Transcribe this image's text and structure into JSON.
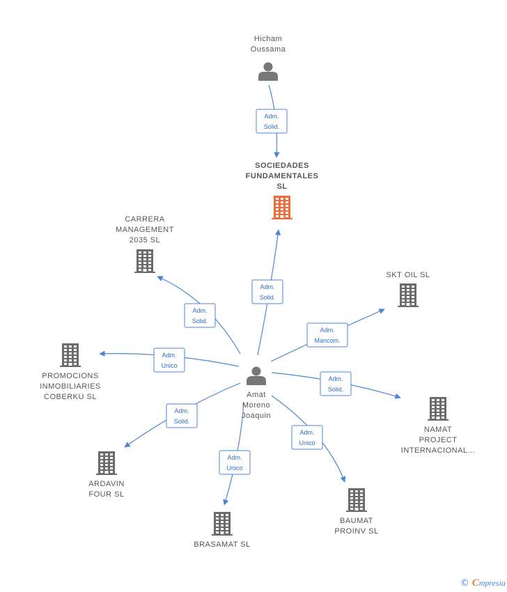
{
  "colors": {
    "edge": "#4a86d8",
    "person": "#777777",
    "company": "#6b6b6b",
    "main_company": "#f26b35"
  },
  "nodes": [
    {
      "id": "hicham",
      "type": "person",
      "icon": "person-icon",
      "label": [
        "Hicham",
        "Oussama"
      ]
    },
    {
      "id": "sociedades",
      "type": "company-main",
      "icon": "building-icon",
      "label": [
        "SOCIEDADES",
        "FUNDAMENTALES",
        "SL"
      ]
    },
    {
      "id": "carrera",
      "type": "company",
      "icon": "building-icon",
      "label": [
        "CARRERA",
        "MANAGEMENT",
        "2035  SL"
      ]
    },
    {
      "id": "skt",
      "type": "company",
      "icon": "building-icon",
      "label": [
        "SKT OIL  SL"
      ]
    },
    {
      "id": "promocions",
      "type": "company",
      "icon": "building-icon",
      "label": [
        "PROMOCIONS",
        "INMOBILIARIES",
        "COBERKU SL"
      ]
    },
    {
      "id": "amat",
      "type": "person",
      "icon": "person-icon",
      "label": [
        "Amat",
        "Moreno",
        "Joaquin"
      ]
    },
    {
      "id": "namat",
      "type": "company",
      "icon": "building-icon",
      "label": [
        "NAMAT",
        "PROJECT",
        "INTERNACIONAL..."
      ]
    },
    {
      "id": "ardavin",
      "type": "company",
      "icon": "building-icon",
      "label": [
        "ARDAVIN",
        "FOUR  SL"
      ]
    },
    {
      "id": "baumat",
      "type": "company",
      "icon": "building-icon",
      "label": [
        "BAUMAT",
        "PROINV SL"
      ]
    },
    {
      "id": "brasamat",
      "type": "company",
      "icon": "building-icon",
      "label": [
        "BRASAMAT SL"
      ]
    }
  ],
  "edges": [
    {
      "from": "hicham",
      "to": "sociedades",
      "label": [
        "Adm.",
        "Solid."
      ]
    },
    {
      "from": "amat",
      "to": "sociedades",
      "label": [
        "Adm.",
        "Solid."
      ]
    },
    {
      "from": "amat",
      "to": "carrera",
      "label": [
        "Adm.",
        "Solid."
      ]
    },
    {
      "from": "amat",
      "to": "skt",
      "label": [
        "Adm.",
        "Mancom."
      ]
    },
    {
      "from": "amat",
      "to": "promocions",
      "label": [
        "Adm.",
        "Unico"
      ]
    },
    {
      "from": "amat",
      "to": "namat",
      "label": [
        "Adm.",
        "Solid."
      ]
    },
    {
      "from": "amat",
      "to": "ardavin",
      "label": [
        "Adm.",
        "Solid."
      ]
    },
    {
      "from": "amat",
      "to": "baumat",
      "label": [
        "Adm.",
        "Unico"
      ]
    },
    {
      "from": "amat",
      "to": "brasamat",
      "label": [
        "Adm.",
        "Unico"
      ]
    }
  ],
  "brand": {
    "copyright": "©",
    "name_first": "C",
    "name_rest": "mpresia"
  }
}
